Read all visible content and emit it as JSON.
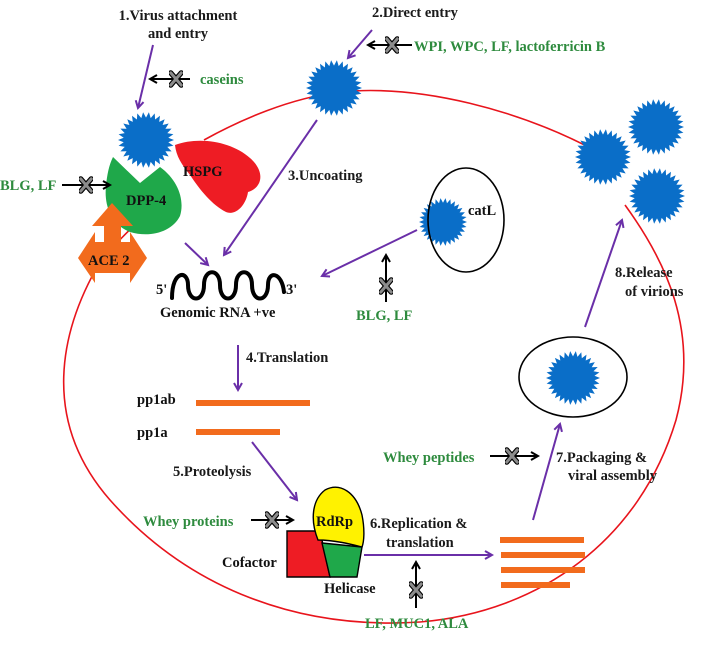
{
  "colors": {
    "virion": "#0a6ec8",
    "membrane": "#e8141c",
    "step_arrow": "#6a2fa8",
    "inhibitor_text": "#2e8b3e",
    "inhibitor_mark": "#8c8c8c",
    "hspg": "#ee1c24",
    "dpp4": "#1fa84a",
    "ace2": "#f26b1d",
    "rdrp": "#fff200",
    "cofactor": "#ee1c24",
    "helicase": "#1fa84a",
    "protein_bar": "#f26b1d"
  },
  "steps": {
    "step1_line1": "1.Virus attachment",
    "step1_line2": "and entry",
    "step2": "2.Direct entry",
    "step3": "3.Uncoating",
    "step4": "4.Translation",
    "step5": "5.Proteolysis",
    "step6_line1": "6.Replication &",
    "step6_line2": "translation",
    "step7_line1": "7.Packaging &",
    "step7_line2": "viral assembly",
    "step8_line1": "8.Release",
    "step8_line2": "of virions"
  },
  "inhibitors": {
    "caseins": "caseins",
    "direct_entry": "WPI, WPC, LF, lactoferricin B",
    "dpp4": "BLG, LF",
    "catl": "BLG, LF",
    "packaging": "Whey peptides",
    "proteolysis": "Whey proteins",
    "replication": "LF, MUC1, ALA"
  },
  "molecules": {
    "hspg": "HSPG",
    "dpp4": "DPP-4",
    "ace2": "ACE 2",
    "catl": "catL",
    "rna_5prime": "5'",
    "rna_3prime": "3'",
    "rna_label": "Genomic RNA +ve",
    "pp1ab": "pp1ab",
    "pp1a": "pp1a",
    "rdrp": "RdRp",
    "cofactor": "Cofactor",
    "helicase": "Helicase"
  }
}
